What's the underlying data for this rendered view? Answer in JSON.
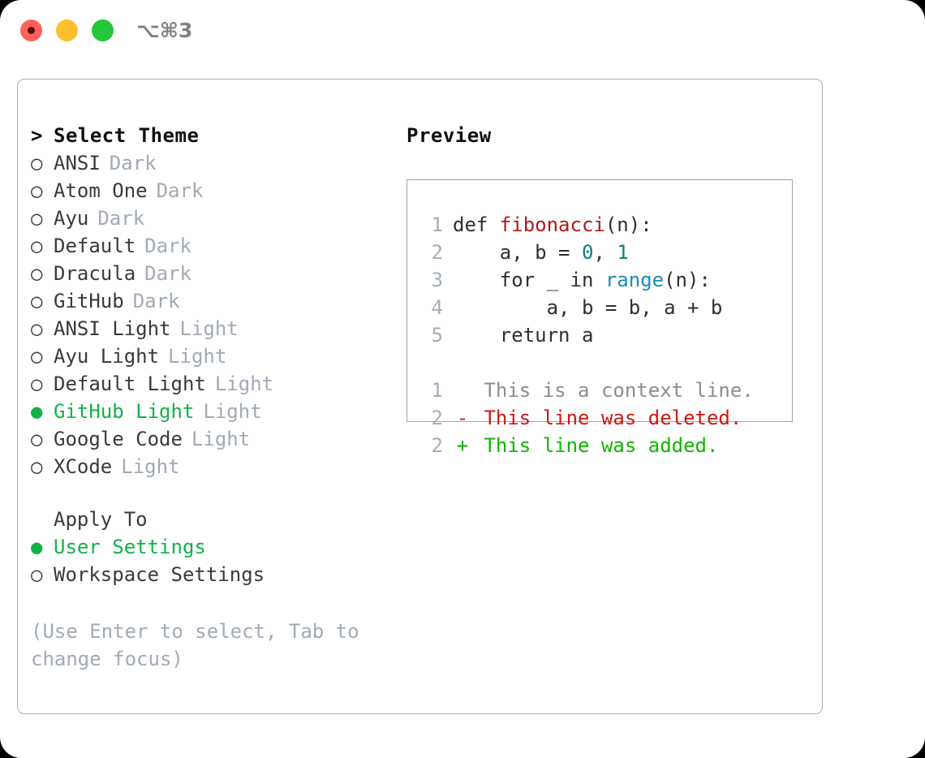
{
  "window": {
    "shortcut_label": "⌥⌘3",
    "traffic_lights": [
      {
        "name": "close",
        "color": "#ff6259"
      },
      {
        "name": "minimize",
        "color": "#ffbe2e"
      },
      {
        "name": "maximize",
        "color": "#24c63c"
      }
    ]
  },
  "theme_list": {
    "header": {
      "marker": ">",
      "label": "Select Theme"
    },
    "items": [
      {
        "marker": "○",
        "name": "ANSI",
        "variant": "Dark",
        "selected": false
      },
      {
        "marker": "○",
        "name": "Atom One",
        "variant": "Dark",
        "selected": false
      },
      {
        "marker": "○",
        "name": "Ayu",
        "variant": "Dark",
        "selected": false
      },
      {
        "marker": "○",
        "name": "Default",
        "variant": "Dark",
        "selected": false
      },
      {
        "marker": "○",
        "name": "Dracula",
        "variant": "Dark",
        "selected": false
      },
      {
        "marker": "○",
        "name": "GitHub",
        "variant": "Dark",
        "selected": false
      },
      {
        "marker": "○",
        "name": "ANSI Light",
        "variant": "Light",
        "selected": false
      },
      {
        "marker": "○",
        "name": "Ayu Light",
        "variant": "Light",
        "selected": false
      },
      {
        "marker": "○",
        "name": "Default Light",
        "variant": "Light",
        "selected": false
      },
      {
        "marker": "●",
        "name": "GitHub Light",
        "variant": "Light",
        "selected": true
      },
      {
        "marker": "○",
        "name": "Google Code",
        "variant": "Light",
        "selected": false
      },
      {
        "marker": "○",
        "name": "XCode",
        "variant": "Light",
        "selected": false
      }
    ]
  },
  "apply_to": {
    "header": {
      "marker": " ",
      "label": "Apply To"
    },
    "items": [
      {
        "marker": "●",
        "name": "User Settings",
        "selected": true
      },
      {
        "marker": "○",
        "name": "Workspace Settings",
        "selected": false
      }
    ]
  },
  "hint": "(Use Enter to select, Tab to change focus)",
  "preview": {
    "title": "Preview",
    "code_lines": [
      {
        "no": "1",
        "segments": [
          {
            "text": "def ",
            "token": "plain"
          },
          {
            "text": "fibonacci",
            "token": "function"
          },
          {
            "text": "(n):",
            "token": "plain"
          }
        ]
      },
      {
        "no": "2",
        "segments": [
          {
            "text": "    a, b = ",
            "token": "plain"
          },
          {
            "text": "0",
            "token": "number"
          },
          {
            "text": ", ",
            "token": "plain"
          },
          {
            "text": "1",
            "token": "number"
          }
        ]
      },
      {
        "no": "3",
        "segments": [
          {
            "text": "    for _ in ",
            "token": "plain"
          },
          {
            "text": "range",
            "token": "call"
          },
          {
            "text": "(n):",
            "token": "plain"
          }
        ]
      },
      {
        "no": "4",
        "segments": [
          {
            "text": "        a, b = b, a + b",
            "token": "plain"
          }
        ]
      },
      {
        "no": "5",
        "segments": [
          {
            "text": "    return a",
            "token": "plain"
          }
        ]
      }
    ],
    "diff_lines": [
      {
        "no": "1",
        "sign": " ",
        "text": " This is a context line.",
        "kind": "context"
      },
      {
        "no": "2",
        "sign": "-",
        "text": " This line was deleted.",
        "kind": "deleted"
      },
      {
        "no": "2",
        "sign": "+",
        "text": " This line was added.",
        "kind": "added"
      }
    ]
  },
  "colors": {
    "selected_green": "#12b24a",
    "muted_gray": "#a2aab6",
    "function_red": "#ae1b1b",
    "number_teal": "#0d807d",
    "call_blue": "#1a8cb4",
    "diff_deleted": "#c91b13",
    "diff_added": "#11b500",
    "border": "#a7b0bd"
  }
}
